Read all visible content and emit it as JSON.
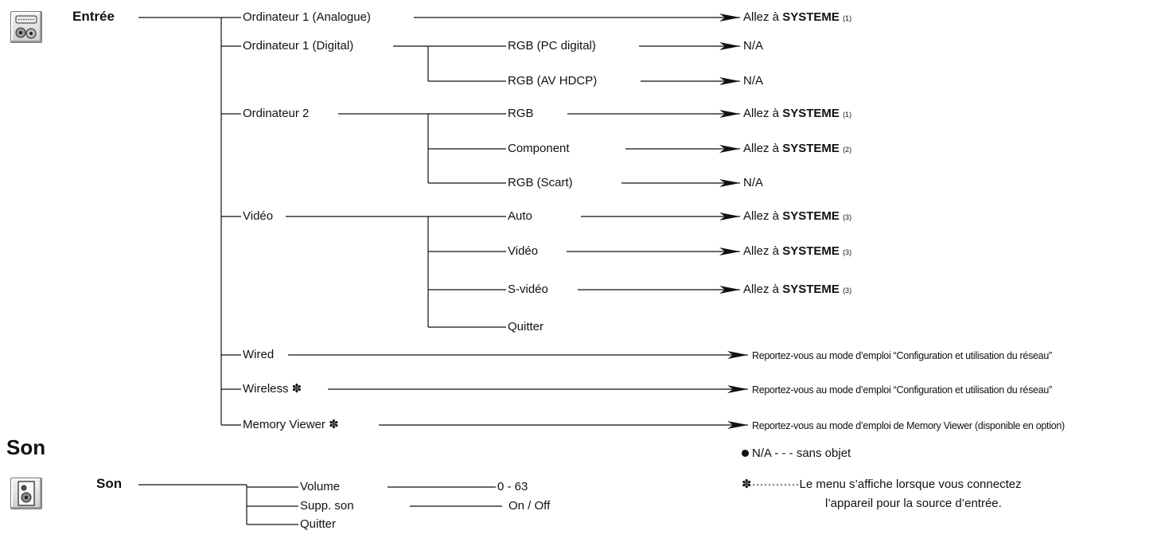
{
  "input_section": {
    "label": "Entrée",
    "icon": "input-connector-icon",
    "items": [
      {
        "label": "Ordinateur 1 (Analogue)",
        "result": "Allez à",
        "result_bold": "SYSTEME",
        "result_note": "(1)"
      },
      {
        "label": "Ordinateur 1 (Digital)",
        "sub": [
          {
            "label": "RGB (PC digital)",
            "result": "N/A"
          },
          {
            "label": "RGB (AV HDCP)",
            "result": "N/A"
          }
        ]
      },
      {
        "label": "Ordinateur 2",
        "sub": [
          {
            "label": "RGB",
            "result": "Allez à",
            "result_bold": "SYSTEME",
            "result_note": "(1)"
          },
          {
            "label": "Component",
            "result": "Allez à",
            "result_bold": "SYSTEME",
            "result_note": "(2)"
          },
          {
            "label": "RGB (Scart)",
            "result": "N/A"
          }
        ]
      },
      {
        "label": "Vidéo",
        "sub": [
          {
            "label": "Auto",
            "result": "Allez à",
            "result_bold": "SYSTEME",
            "result_note": "(3)"
          },
          {
            "label": "Vidéo",
            "result": "Allez à",
            "result_bold": "SYSTEME",
            "result_note": "(3)"
          },
          {
            "label": "S-vidéo",
            "result": "Allez à",
            "result_bold": "SYSTEME",
            "result_note": "(3)"
          },
          {
            "label": "Quitter"
          }
        ]
      },
      {
        "label": "Wired",
        "result": "Reportez-vous au mode d’emploi “Configuration et utilisation du réseau”"
      },
      {
        "label": "Wireless ✽",
        "result": "Reportez-vous au mode d’emploi “Configuration et utilisation du réseau”"
      },
      {
        "label": "Memory Viewer ✽",
        "result": "Reportez-vous au mode d’emploi de Memory Viewer (disponible en option)"
      }
    ]
  },
  "sound_section": {
    "heading": "Son",
    "label": "Son",
    "icon": "speaker-icon",
    "items": [
      {
        "label": "Volume",
        "value": "0 - 63"
      },
      {
        "label": "Supp. son",
        "value": "On / Off"
      },
      {
        "label": "Quitter"
      }
    ]
  },
  "notes": {
    "na_bullet": "N/A - - - sans objet",
    "asterisk_marker": "✽············",
    "asterisk_line1": "Le menu s’affiche lorsque vous connectez",
    "asterisk_line2": "l’appareil pour la source d’entrée."
  }
}
